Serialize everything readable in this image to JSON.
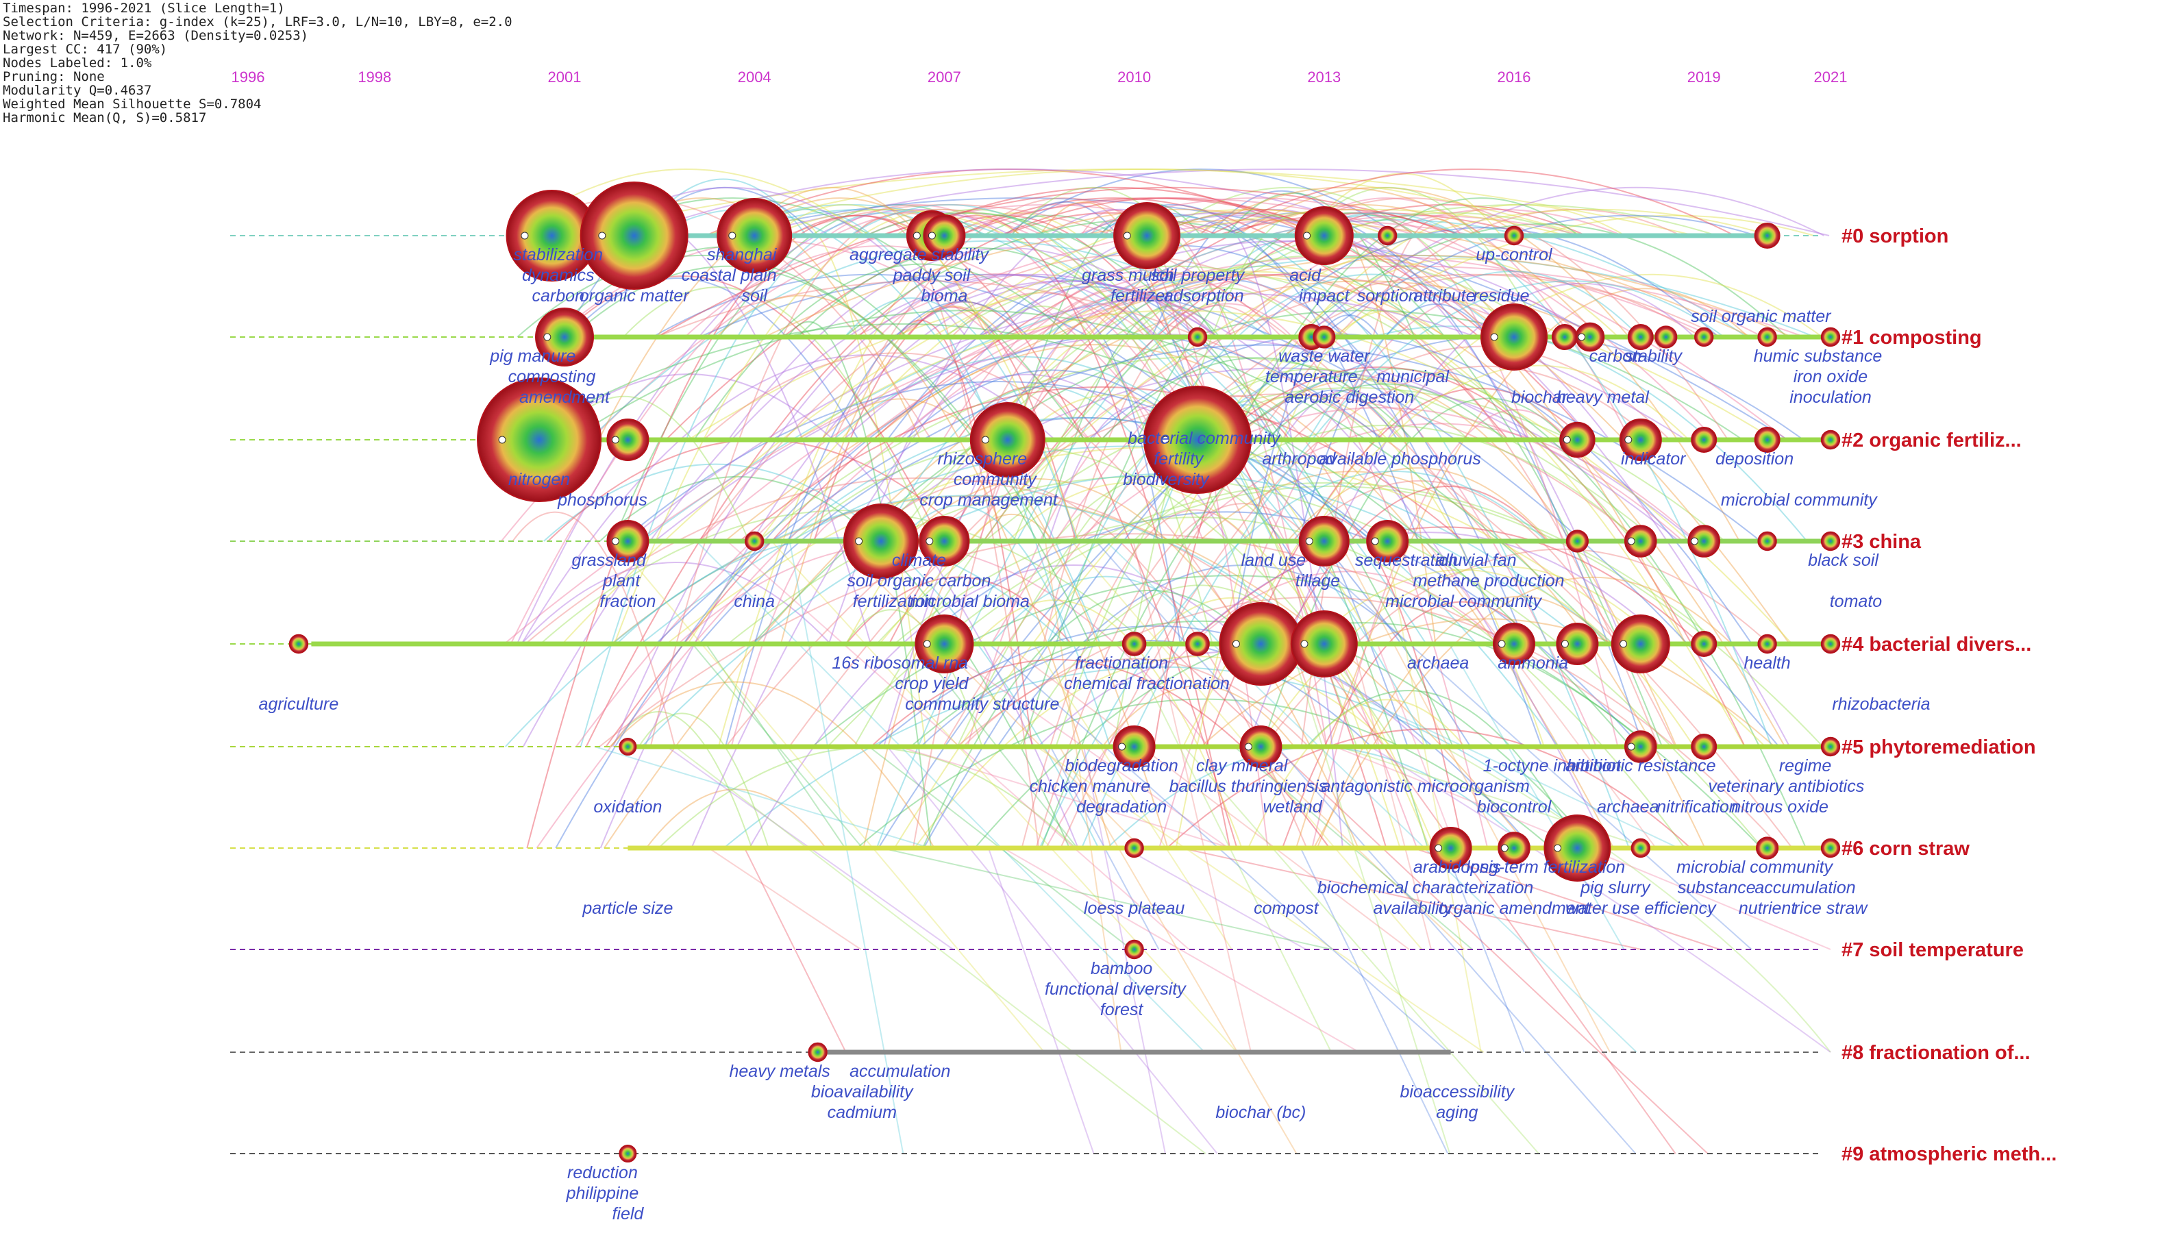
{
  "info_lines": [
    "Timespan: 1996-2021 (Slice Length=1)",
    "Selection Criteria: g-index (k=25), LRF=3.0, L/N=10, LBY=8, e=2.0",
    "Network: N=459, E=2663 (Density=0.0253)",
    "Largest CC: 417 (90%)",
    "Nodes Labeled: 1.0%",
    "Pruning: None",
    "Modularity Q=0.4637",
    "Weighted Mean Silhouette S=0.7804",
    "Harmonic Mean(Q, S)=0.5817"
  ],
  "years": [
    "1996",
    "1998",
    "2001",
    "2004",
    "2007",
    "2010",
    "2013",
    "2016",
    "2019",
    "2021"
  ],
  "clusters": [
    {
      "label": "#0 sorption"
    },
    {
      "label": "#1 composting"
    },
    {
      "label": "#2 organic fertiliz..."
    },
    {
      "label": "#3 china"
    },
    {
      "label": "#4 bacterial divers..."
    },
    {
      "label": "#5 phytoremediation"
    },
    {
      "label": "#6 corn straw"
    },
    {
      "label": "#7 soil temperature"
    },
    {
      "label": "#8 fractionation of..."
    },
    {
      "label": "#9 atmospheric meth..."
    }
  ],
  "keywords": [
    {
      "text": "stabilization",
      "year": 2000.9,
      "row": 0,
      "line": 0
    },
    {
      "text": "dynamics",
      "year": 2000.9,
      "row": 0,
      "line": 1
    },
    {
      "text": "carbon",
      "year": 2000.9,
      "row": 0,
      "line": 2
    },
    {
      "text": "organic matter",
      "year": 2002.1,
      "row": 0,
      "line": 2
    },
    {
      "text": "shanghai",
      "year": 2003.8,
      "row": 0,
      "line": 0
    },
    {
      "text": "coastal plain",
      "year": 2003.6,
      "row": 0,
      "line": 1
    },
    {
      "text": "soil",
      "year": 2004.0,
      "row": 0,
      "line": 2
    },
    {
      "text": "aggregate stability",
      "year": 2006.6,
      "row": 0,
      "line": 0
    },
    {
      "text": "paddy soil",
      "year": 2006.8,
      "row": 0,
      "line": 1
    },
    {
      "text": "bioma",
      "year": 2007.0,
      "row": 0,
      "line": 2
    },
    {
      "text": "grass mulch",
      "year": 2009.9,
      "row": 0,
      "line": 1
    },
    {
      "text": "soil property",
      "year": 2011.0,
      "row": 0,
      "line": 1
    },
    {
      "text": "fertilizer",
      "year": 2010.1,
      "row": 0,
      "line": 2
    },
    {
      "text": "adsorption",
      "year": 2011.1,
      "row": 0,
      "line": 2
    },
    {
      "text": "acid",
      "year": 2012.7,
      "row": 0,
      "line": 1
    },
    {
      "text": "impact",
      "year": 2013.0,
      "row": 0,
      "line": 2
    },
    {
      "text": "sorption",
      "year": 2014.0,
      "row": 0,
      "line": 2
    },
    {
      "text": "attribute",
      "year": 2014.9,
      "row": 0,
      "line": 2
    },
    {
      "text": "residue",
      "year": 2015.8,
      "row": 0,
      "line": 2
    },
    {
      "text": "up-control",
      "year": 2016.0,
      "row": 0,
      "line": 0
    },
    {
      "text": "soil organic matter",
      "year": 2019.9,
      "row": 0,
      "line": 3
    },
    {
      "text": "pig manure",
      "year": 2000.5,
      "row": 1,
      "line": 0
    },
    {
      "text": "composting",
      "year": 2000.8,
      "row": 1,
      "line": 1
    },
    {
      "text": "amendment",
      "year": 2001.0,
      "row": 1,
      "line": 2
    },
    {
      "text": "waste water",
      "year": 2013.0,
      "row": 1,
      "line": 0
    },
    {
      "text": "temperature",
      "year": 2012.8,
      "row": 1,
      "line": 1
    },
    {
      "text": "aerobic digestion",
      "year": 2013.4,
      "row": 1,
      "line": 2
    },
    {
      "text": "municipal",
      "year": 2014.4,
      "row": 1,
      "line": 1
    },
    {
      "text": "carbon",
      "year": 2017.6,
      "row": 1,
      "line": 0
    },
    {
      "text": "stability",
      "year": 2018.2,
      "row": 1,
      "line": 0
    },
    {
      "text": "biochar",
      "year": 2016.4,
      "row": 1,
      "line": 2
    },
    {
      "text": "heavy metal",
      "year": 2017.4,
      "row": 1,
      "line": 2
    },
    {
      "text": "humic substance",
      "year": 2020.8,
      "row": 1,
      "line": 0
    },
    {
      "text": "iron oxide",
      "year": 2021.0,
      "row": 1,
      "line": 1
    },
    {
      "text": "inoculation",
      "year": 2021.0,
      "row": 1,
      "line": 2
    },
    {
      "text": "nitrogen",
      "year": 2000.6,
      "row": 2,
      "line": 1
    },
    {
      "text": "phosphorus",
      "year": 2001.6,
      "row": 2,
      "line": 2
    },
    {
      "text": "rhizosphere",
      "year": 2007.6,
      "row": 2,
      "line": 0
    },
    {
      "text": "community",
      "year": 2007.8,
      "row": 2,
      "line": 1
    },
    {
      "text": "crop management",
      "year": 2007.7,
      "row": 2,
      "line": 2
    },
    {
      "text": "bacterial community",
      "year": 2011.1,
      "row": 2,
      "line": -1
    },
    {
      "text": "fertility",
      "year": 2010.7,
      "row": 2,
      "line": 0
    },
    {
      "text": "biodiversity",
      "year": 2010.5,
      "row": 2,
      "line": 1
    },
    {
      "text": "arthropod",
      "year": 2012.6,
      "row": 2,
      "line": 0
    },
    {
      "text": "available phosphorus",
      "year": 2014.2,
      "row": 2,
      "line": 0
    },
    {
      "text": "indicator",
      "year": 2018.2,
      "row": 2,
      "line": 0
    },
    {
      "text": "deposition",
      "year": 2019.8,
      "row": 2,
      "line": 0
    },
    {
      "text": "microbial community",
      "year": 2020.5,
      "row": 2,
      "line": 2
    },
    {
      "text": "grassland",
      "year": 2001.7,
      "row": 3,
      "line": 0
    },
    {
      "text": "plant",
      "year": 2001.9,
      "row": 3,
      "line": 1
    },
    {
      "text": "fraction",
      "year": 2002.0,
      "row": 3,
      "line": 2
    },
    {
      "text": "china",
      "year": 2004.0,
      "row": 3,
      "line": 2
    },
    {
      "text": "climate",
      "year": 2006.6,
      "row": 3,
      "line": 0
    },
    {
      "text": "soil organic carbon",
      "year": 2006.6,
      "row": 3,
      "line": 1
    },
    {
      "text": "fertilization",
      "year": 2006.2,
      "row": 3,
      "line": 2
    },
    {
      "text": "microbial bioma",
      "year": 2007.4,
      "row": 3,
      "line": 2
    },
    {
      "text": "land use",
      "year": 2012.2,
      "row": 3,
      "line": 0
    },
    {
      "text": "tillage",
      "year": 2012.9,
      "row": 3,
      "line": 1
    },
    {
      "text": "sequestration",
      "year": 2014.3,
      "row": 3,
      "line": 0
    },
    {
      "text": "alluvial fan",
      "year": 2015.4,
      "row": 3,
      "line": 0
    },
    {
      "text": "methane production",
      "year": 2015.6,
      "row": 3,
      "line": 1
    },
    {
      "text": "microbial community",
      "year": 2015.2,
      "row": 3,
      "line": 2
    },
    {
      "text": "black soil",
      "year": 2021.2,
      "row": 3,
      "line": 0
    },
    {
      "text": "tomato",
      "year": 2021.4,
      "row": 3,
      "line": 2
    },
    {
      "text": "agriculture",
      "year": 1996.8,
      "row": 4,
      "line": 2
    },
    {
      "text": "16s ribosomal rna",
      "year": 2006.3,
      "row": 4,
      "line": 0
    },
    {
      "text": "crop yield",
      "year": 2006.8,
      "row": 4,
      "line": 1
    },
    {
      "text": "community structure",
      "year": 2007.6,
      "row": 4,
      "line": 2
    },
    {
      "text": "fractionation",
      "year": 2009.8,
      "row": 4,
      "line": 0
    },
    {
      "text": "chemical fractionation",
      "year": 2010.2,
      "row": 4,
      "line": 1
    },
    {
      "text": "archaea",
      "year": 2014.8,
      "row": 4,
      "line": 0
    },
    {
      "text": "ammonia",
      "year": 2016.3,
      "row": 4,
      "line": 0
    },
    {
      "text": "health",
      "year": 2020.0,
      "row": 4,
      "line": 0
    },
    {
      "text": "rhizobacteria",
      "year": 2021.8,
      "row": 4,
      "line": 2
    },
    {
      "text": "oxidation",
      "year": 2002.0,
      "row": 5,
      "line": 2
    },
    {
      "text": "biodegradation",
      "year": 2009.8,
      "row": 5,
      "line": 0
    },
    {
      "text": "chicken manure",
      "year": 2009.3,
      "row": 5,
      "line": 1
    },
    {
      "text": "degradation",
      "year": 2009.8,
      "row": 5,
      "line": 2
    },
    {
      "text": "clay mineral",
      "year": 2011.7,
      "row": 5,
      "line": 0
    },
    {
      "text": "bacillus thuringiensis",
      "year": 2011.8,
      "row": 5,
      "line": 1
    },
    {
      "text": "wetland",
      "year": 2012.5,
      "row": 5,
      "line": 2
    },
    {
      "text": "antagonistic microorganism",
      "year": 2014.6,
      "row": 5,
      "line": 1
    },
    {
      "text": "biocontrol",
      "year": 2016.0,
      "row": 5,
      "line": 2
    },
    {
      "text": "1-octyne inhibition",
      "year": 2016.6,
      "row": 5,
      "line": 0
    },
    {
      "text": "antibiotic resistance",
      "year": 2018.0,
      "row": 5,
      "line": 0
    },
    {
      "text": "archaea",
      "year": 2017.8,
      "row": 5,
      "line": 2
    },
    {
      "text": "nitrification",
      "year": 2018.9,
      "row": 5,
      "line": 2
    },
    {
      "text": "regime",
      "year": 2020.6,
      "row": 5,
      "line": 0
    },
    {
      "text": "veterinary antibiotics",
      "year": 2020.3,
      "row": 5,
      "line": 1
    },
    {
      "text": "nitrous oxide",
      "year": 2020.2,
      "row": 5,
      "line": 2
    },
    {
      "text": "particle size",
      "year": 2002.0,
      "row": 6,
      "line": 2
    },
    {
      "text": "loess plateau",
      "year": 2010.0,
      "row": 6,
      "line": 2
    },
    {
      "text": "compost",
      "year": 2012.4,
      "row": 6,
      "line": 2
    },
    {
      "text": "arabidopsis",
      "year": 2015.1,
      "row": 6,
      "line": 0
    },
    {
      "text": "long-term fertilization",
      "year": 2016.5,
      "row": 6,
      "line": 0
    },
    {
      "text": "biochemical characterization",
      "year": 2014.6,
      "row": 6,
      "line": 1
    },
    {
      "text": "availability",
      "year": 2014.4,
      "row": 6,
      "line": 2
    },
    {
      "text": "organic amendment",
      "year": 2016.0,
      "row": 6,
      "line": 2
    },
    {
      "text": "pig slurry",
      "year": 2017.6,
      "row": 6,
      "line": 1
    },
    {
      "text": "water use efficiency",
      "year": 2018.0,
      "row": 6,
      "line": 2
    },
    {
      "text": "microbial community",
      "year": 2019.8,
      "row": 6,
      "line": 0
    },
    {
      "text": "substance",
      "year": 2019.2,
      "row": 6,
      "line": 1
    },
    {
      "text": "accumulation",
      "year": 2020.6,
      "row": 6,
      "line": 1
    },
    {
      "text": "nutrient",
      "year": 2020.0,
      "row": 6,
      "line": 2
    },
    {
      "text": "rice straw",
      "year": 2021.0,
      "row": 6,
      "line": 2
    },
    {
      "text": "bamboo",
      "year": 2009.8,
      "row": 7,
      "line": 0
    },
    {
      "text": "functional diversity",
      "year": 2009.7,
      "row": 7,
      "line": 1
    },
    {
      "text": "forest",
      "year": 2009.8,
      "row": 7,
      "line": 2
    },
    {
      "text": "heavy metals",
      "year": 2004.4,
      "row": 8,
      "line": 0
    },
    {
      "text": "accumulation",
      "year": 2006.3,
      "row": 8,
      "line": 0
    },
    {
      "text": "bioavailability",
      "year": 2005.7,
      "row": 8,
      "line": 1
    },
    {
      "text": "cadmium",
      "year": 2005.7,
      "row": 8,
      "line": 2
    },
    {
      "text": "biochar (bc)",
      "year": 2012.0,
      "row": 8,
      "line": 2
    },
    {
      "text": "bioaccessibility",
      "year": 2015.1,
      "row": 8,
      "line": 1
    },
    {
      "text": "aging",
      "year": 2015.1,
      "row": 8,
      "line": 2
    },
    {
      "text": "reduction",
      "year": 2001.6,
      "row": 9,
      "line": 0
    },
    {
      "text": "philippine",
      "year": 2001.6,
      "row": 9,
      "line": 1
    },
    {
      "text": "field",
      "year": 2002.0,
      "row": 9,
      "line": 2
    }
  ],
  "nodes": [
    {
      "year": 2000.8,
      "row": 0,
      "size": 5
    },
    {
      "year": 2002.1,
      "row": 0,
      "size": 6
    },
    {
      "year": 2004.0,
      "row": 0,
      "size": 4
    },
    {
      "year": 2006.8,
      "row": 0,
      "size": 2.5
    },
    {
      "year": 2007.0,
      "row": 0,
      "size": 2
    },
    {
      "year": 2010.2,
      "row": 0,
      "size": 3.5
    },
    {
      "year": 2013.0,
      "row": 0,
      "size": 3
    },
    {
      "year": 2014.0,
      "row": 0,
      "size": 0.6
    },
    {
      "year": 2016.0,
      "row": 0,
      "size": 0.6
    },
    {
      "year": 2020.0,
      "row": 0,
      "size": 1
    },
    {
      "year": 2001.0,
      "row": 1,
      "size": 3
    },
    {
      "year": 2011.0,
      "row": 1,
      "size": 0.6
    },
    {
      "year": 2012.8,
      "row": 1,
      "size": 1
    },
    {
      "year": 2013.0,
      "row": 1,
      "size": 0.8
    },
    {
      "year": 2016.0,
      "row": 1,
      "size": 3.5
    },
    {
      "year": 2016.8,
      "row": 1,
      "size": 1
    },
    {
      "year": 2017.2,
      "row": 1,
      "size": 1.2
    },
    {
      "year": 2018.0,
      "row": 1,
      "size": 1
    },
    {
      "year": 2018.4,
      "row": 1,
      "size": 0.8
    },
    {
      "year": 2019.0,
      "row": 1,
      "size": 0.6
    },
    {
      "year": 2020.0,
      "row": 1,
      "size": 0.6
    },
    {
      "year": 2021.0,
      "row": 1,
      "size": 0.6
    },
    {
      "year": 2000.6,
      "row": 2,
      "size": 7
    },
    {
      "year": 2002.0,
      "row": 2,
      "size": 2
    },
    {
      "year": 2008.0,
      "row": 2,
      "size": 4
    },
    {
      "year": 2011.0,
      "row": 2,
      "size": 6
    },
    {
      "year": 2017.0,
      "row": 2,
      "size": 1.6
    },
    {
      "year": 2018.0,
      "row": 2,
      "size": 2
    },
    {
      "year": 2019.0,
      "row": 2,
      "size": 1
    },
    {
      "year": 2020.0,
      "row": 2,
      "size": 1
    },
    {
      "year": 2021.0,
      "row": 2,
      "size": 0.6
    },
    {
      "year": 2002.0,
      "row": 3,
      "size": 2
    },
    {
      "year": 2004.0,
      "row": 3,
      "size": 0.6
    },
    {
      "year": 2006.0,
      "row": 3,
      "size": 4
    },
    {
      "year": 2007.0,
      "row": 3,
      "size": 2.5
    },
    {
      "year": 2013.0,
      "row": 3,
      "size": 2.5
    },
    {
      "year": 2014.0,
      "row": 3,
      "size": 2
    },
    {
      "year": 2017.0,
      "row": 3,
      "size": 0.8
    },
    {
      "year": 2018.0,
      "row": 3,
      "size": 1.4
    },
    {
      "year": 2019.0,
      "row": 3,
      "size": 1.4
    },
    {
      "year": 2020.0,
      "row": 3,
      "size": 0.6
    },
    {
      "year": 2021.0,
      "row": 3,
      "size": 0.6
    },
    {
      "year": 1996.8,
      "row": 4,
      "size": 0.6
    },
    {
      "year": 2007.0,
      "row": 4,
      "size": 3
    },
    {
      "year": 2010.0,
      "row": 4,
      "size": 0.9
    },
    {
      "year": 2011.0,
      "row": 4,
      "size": 0.9
    },
    {
      "year": 2012.0,
      "row": 4,
      "size": 4.5
    },
    {
      "year": 2013.0,
      "row": 4,
      "size": 3.5
    },
    {
      "year": 2016.0,
      "row": 4,
      "size": 2
    },
    {
      "year": 2017.0,
      "row": 4,
      "size": 2
    },
    {
      "year": 2018.0,
      "row": 4,
      "size": 3
    },
    {
      "year": 2019.0,
      "row": 4,
      "size": 1
    },
    {
      "year": 2020.0,
      "row": 4,
      "size": 0.6
    },
    {
      "year": 2021.0,
      "row": 4,
      "size": 0.6
    },
    {
      "year": 2002.0,
      "row": 5,
      "size": 0.5
    },
    {
      "year": 2010.0,
      "row": 5,
      "size": 2
    },
    {
      "year": 2012.0,
      "row": 5,
      "size": 2
    },
    {
      "year": 2018.0,
      "row": 5,
      "size": 1.4
    },
    {
      "year": 2019.0,
      "row": 5,
      "size": 1
    },
    {
      "year": 2021.0,
      "row": 5,
      "size": 0.6
    },
    {
      "year": 2010.0,
      "row": 6,
      "size": 0.6
    },
    {
      "year": 2015.0,
      "row": 6,
      "size": 2
    },
    {
      "year": 2016.0,
      "row": 6,
      "size": 1.4
    },
    {
      "year": 2017.0,
      "row": 6,
      "size": 3.5
    },
    {
      "year": 2018.0,
      "row": 6,
      "size": 0.6
    },
    {
      "year": 2020.0,
      "row": 6,
      "size": 0.8
    },
    {
      "year": 2021.0,
      "row": 6,
      "size": 0.6
    },
    {
      "year": 2010.0,
      "row": 7,
      "size": 0.6
    },
    {
      "year": 2005.0,
      "row": 8,
      "size": 0.6
    },
    {
      "year": 2002.0,
      "row": 9,
      "size": 0.5
    }
  ],
  "colors": {
    "year_label": "#cc33cc",
    "cluster_label": "#c81420",
    "keyword": "#3d4fc7",
    "node_outer": "#b5121b"
  }
}
